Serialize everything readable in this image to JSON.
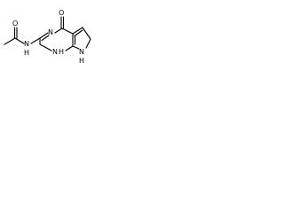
{
  "molecule": {
    "atoms": {
      "carbonyl_oxygen_ring": "O",
      "carbonyl_oxygen_acetyl": "O",
      "amide_nitrogen": "N",
      "amide_nitrogen_h": "H",
      "ring_nitrogen_3": "N",
      "ring_nitrogen_1": "N",
      "ring_nitrogen_1_h": "H",
      "pyrrole_nitrogen": "N",
      "pyrrole_nitrogen_h": "H"
    }
  }
}
